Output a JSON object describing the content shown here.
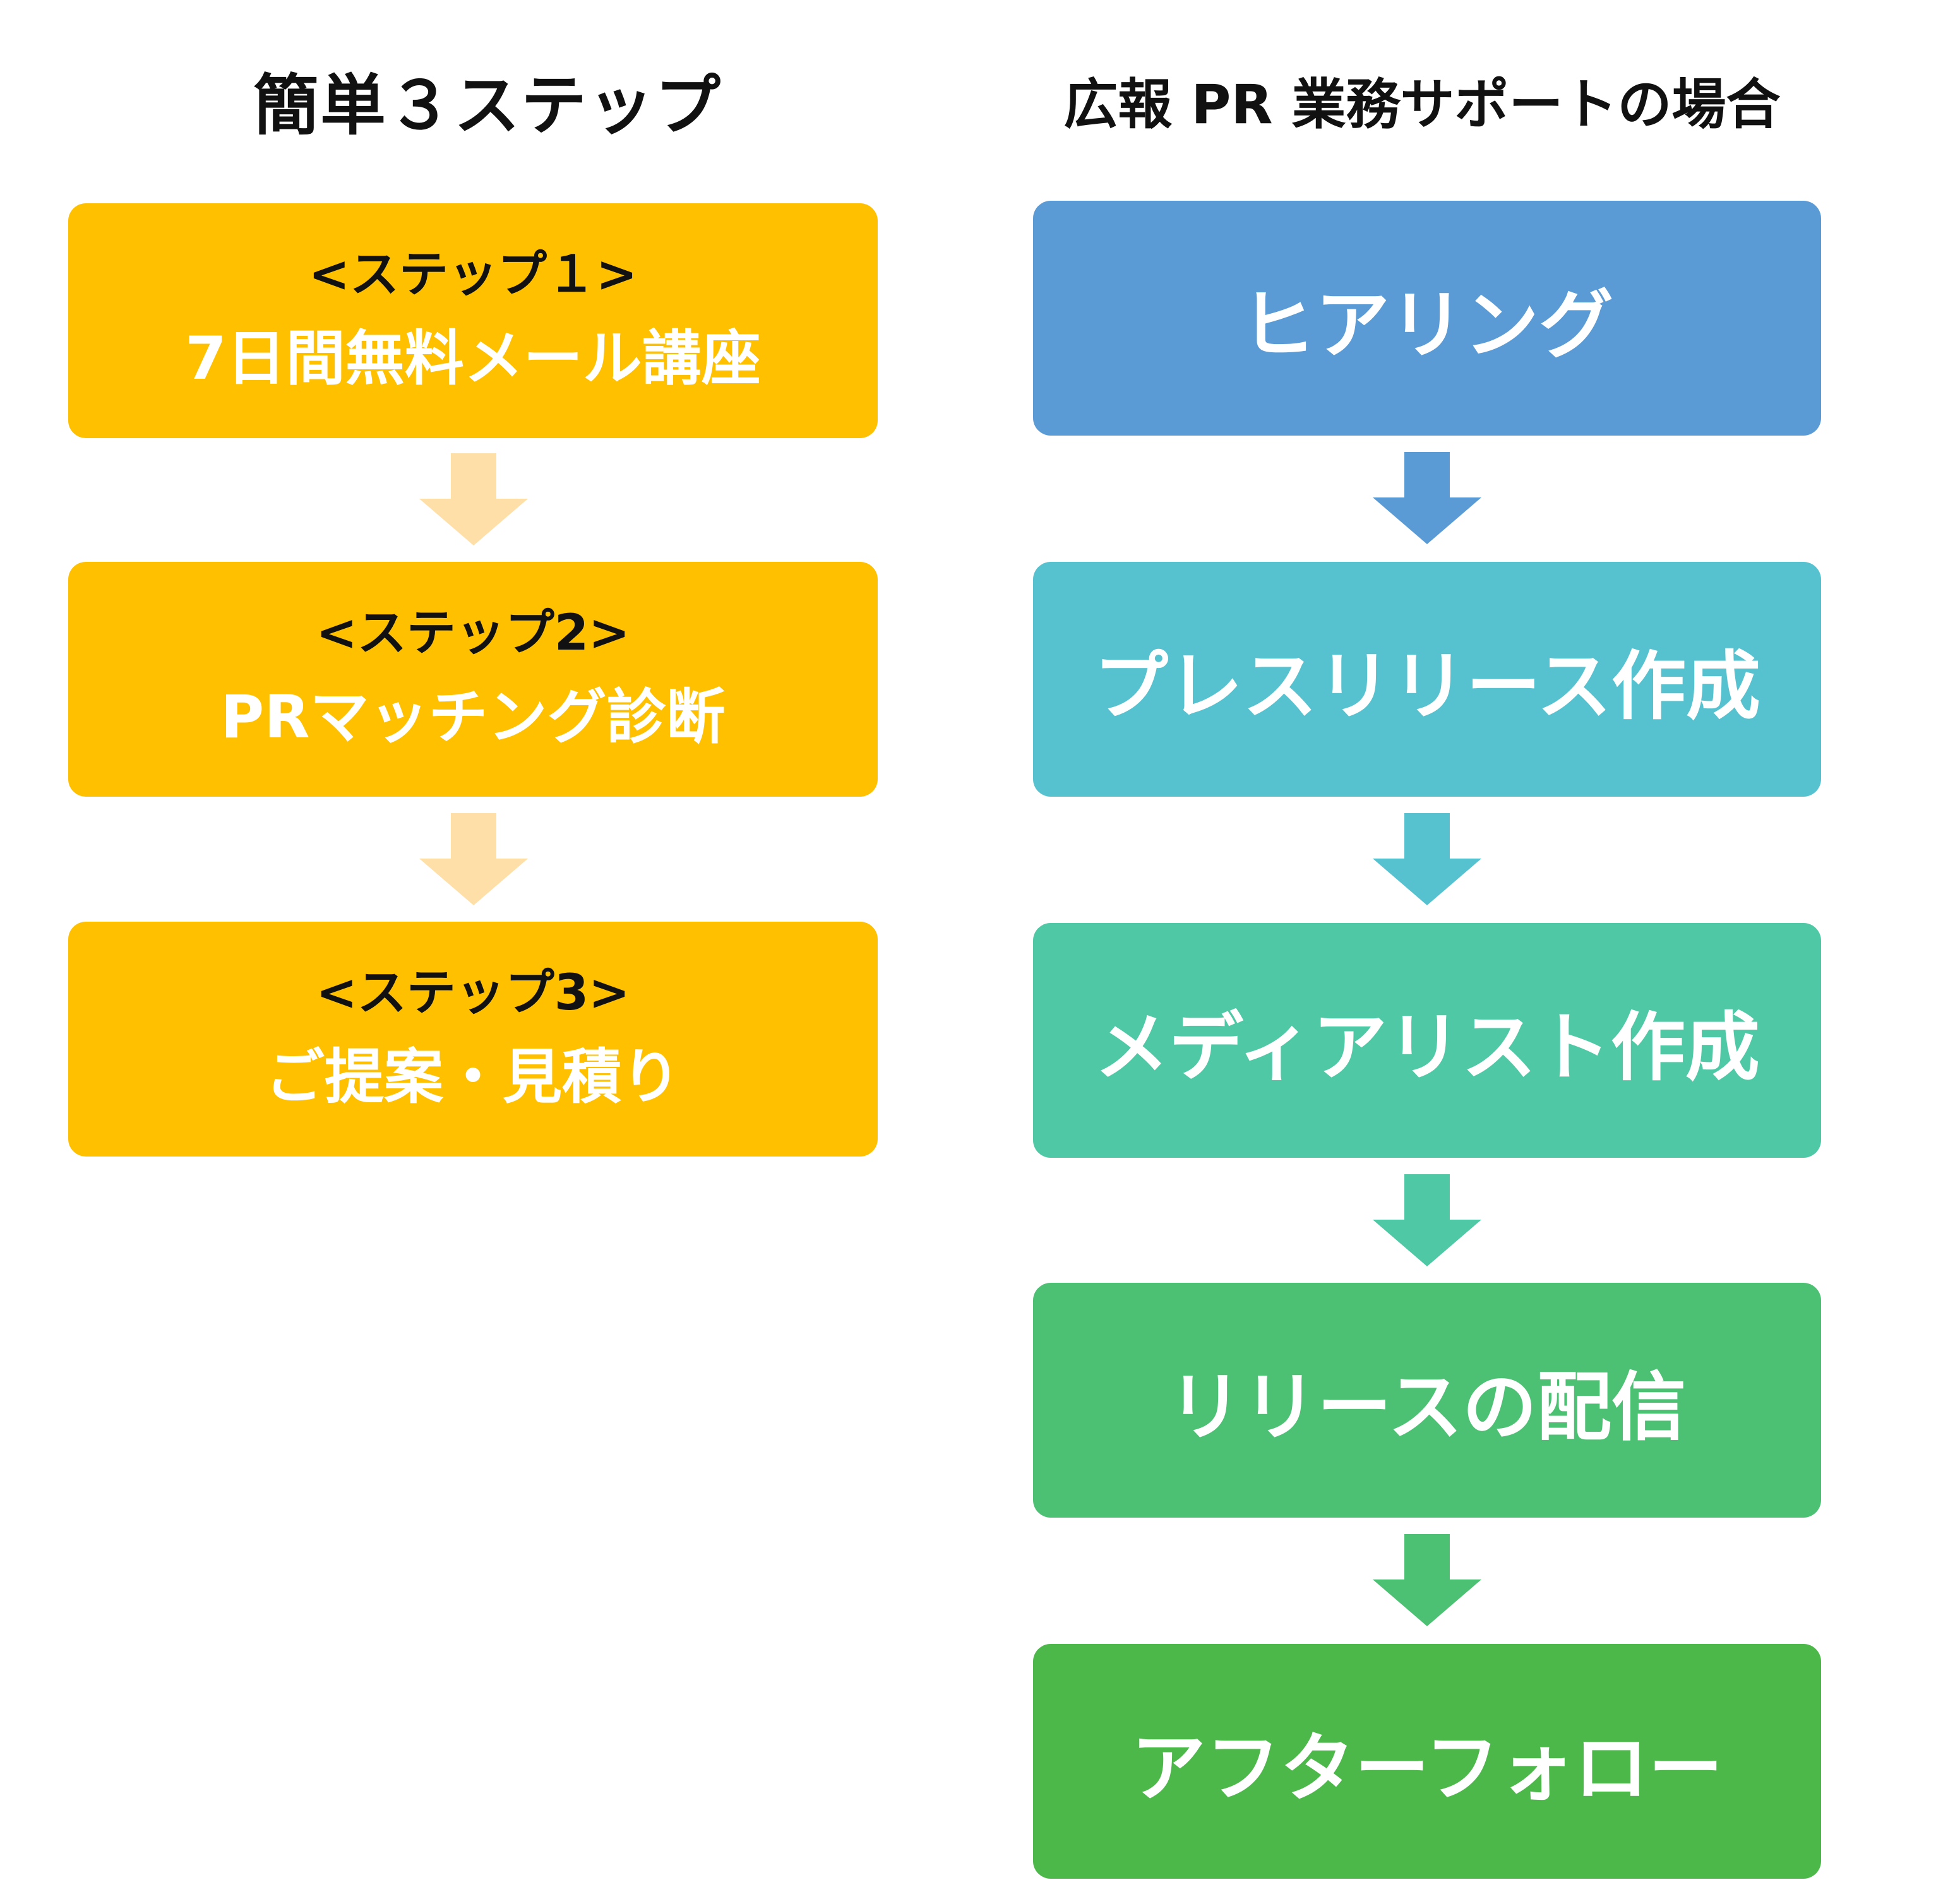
{
  "left": {
    "heading": "簡単３ステップ",
    "steps": [
      {
        "label": "<ステップ１>",
        "text": "7日間無料メール講座"
      },
      {
        "label": "<ステップ2>",
        "text": "PRマッチング診断"
      },
      {
        "label": "<ステップ3>",
        "text": "ご提案・見積り"
      }
    ],
    "box_color": "#ffc000",
    "arrow_color": "#ffdfa8"
  },
  "right": {
    "heading": "広報 PR 業務サポートの場合",
    "steps": [
      {
        "text": "ヒアリング",
        "color": "#5b9bd5"
      },
      {
        "text": "プレスリリース作成",
        "color": "#56c2cf"
      },
      {
        "text": "メディアリスト作成",
        "color": "#4fc8a6"
      },
      {
        "text": "リリースの配信",
        "color": "#4dc173"
      },
      {
        "text": "アフターフォロー",
        "color": "#4cb84a"
      }
    ],
    "arrow_colors": [
      "#5b9bd5",
      "#56c2cf",
      "#4fc8a6",
      "#4dc173"
    ]
  }
}
